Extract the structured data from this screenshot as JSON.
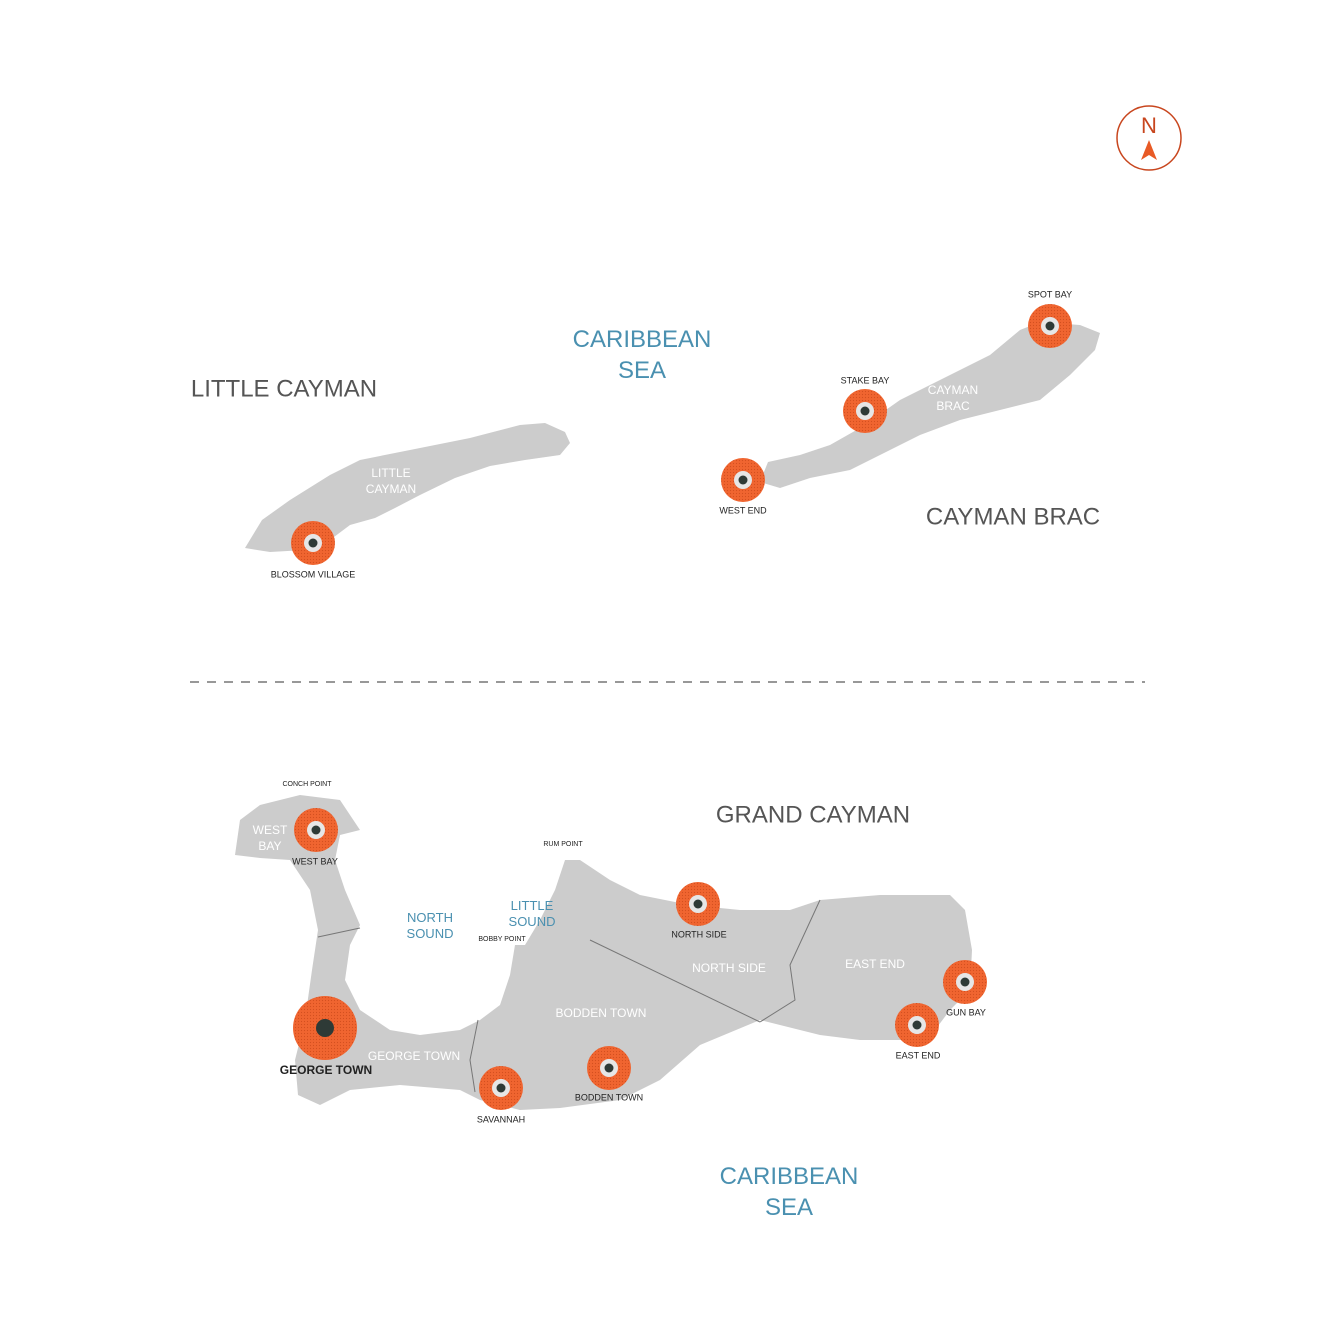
{
  "colors": {
    "land": "#cccccc",
    "marker": "#f06530",
    "marker_center": "#2e3a36",
    "sea_label": "#4a90b0",
    "compass": "#c8461e"
  },
  "compass": {
    "letter": "N",
    "icon": "north-arrow-icon"
  },
  "islands": {
    "little_cayman": "LITTLE CAYMAN",
    "cayman_brac": "CAYMAN BRAC",
    "grand_cayman": "GRAND CAYMAN"
  },
  "seas": {
    "north": [
      "CARIBBEAN",
      "SEA"
    ],
    "south": [
      "CARIBBEAN",
      "SEA"
    ]
  },
  "water": {
    "north_sound": [
      "NORTH",
      "SOUND"
    ],
    "little_sound": [
      "LITTLE",
      "SOUND"
    ]
  },
  "districts": {
    "little_cayman": [
      "LITTLE",
      "CAYMAN"
    ],
    "cayman_brac": [
      "CAYMAN",
      "BRAC"
    ],
    "west_bay": [
      "WEST",
      "BAY"
    ],
    "george_town": "GEORGE TOWN",
    "bodden_town": "BODDEN TOWN",
    "north_side": "NORTH SIDE",
    "east_end": "EAST END"
  },
  "points": {
    "conch_point": "CONCH POINT",
    "rum_point": "RUM POINT",
    "bobby_point": "BOBBY POINT"
  },
  "towns": {
    "spot_bay": "SPOT BAY",
    "stake_bay": "STAKE BAY",
    "west_end": "WEST END",
    "blossom_village": "BLOSSOM VILLAGE",
    "west_bay": "WEST BAY",
    "george_town": "GEORGE TOWN",
    "savannah": "SAVANNAH",
    "bodden_town": "BODDEN TOWN",
    "north_side": "NORTH SIDE",
    "gun_bay": "GUN BAY",
    "east_end": "EAST END"
  },
  "capital": "george_town"
}
